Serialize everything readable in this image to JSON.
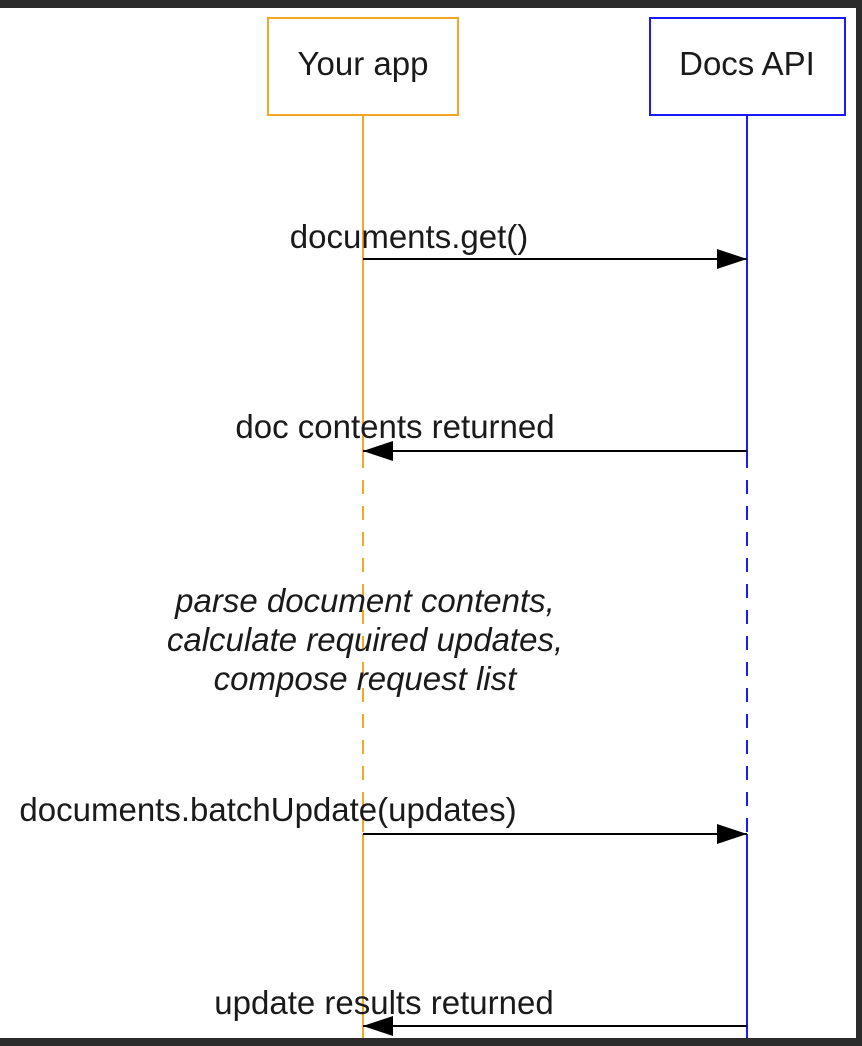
{
  "participants": {
    "left": {
      "label": "Your app",
      "color": "#f5a623"
    },
    "right": {
      "label": "Docs API",
      "color": "#1a1aff"
    }
  },
  "messages": [
    {
      "label": "documents.get()",
      "direction": "to-api"
    },
    {
      "label": "doc contents returned",
      "direction": "to-app"
    },
    {
      "label": "documents.batchUpdate(updates)",
      "direction": "to-api"
    },
    {
      "label": "update results returned",
      "direction": "to-app"
    }
  ],
  "note": {
    "lines": [
      "parse document contents,",
      "calculate required updates,",
      "compose request list"
    ]
  },
  "colors": {
    "background": "#ffffff",
    "frame": "#2b2b2b",
    "arrow": "#000000"
  }
}
